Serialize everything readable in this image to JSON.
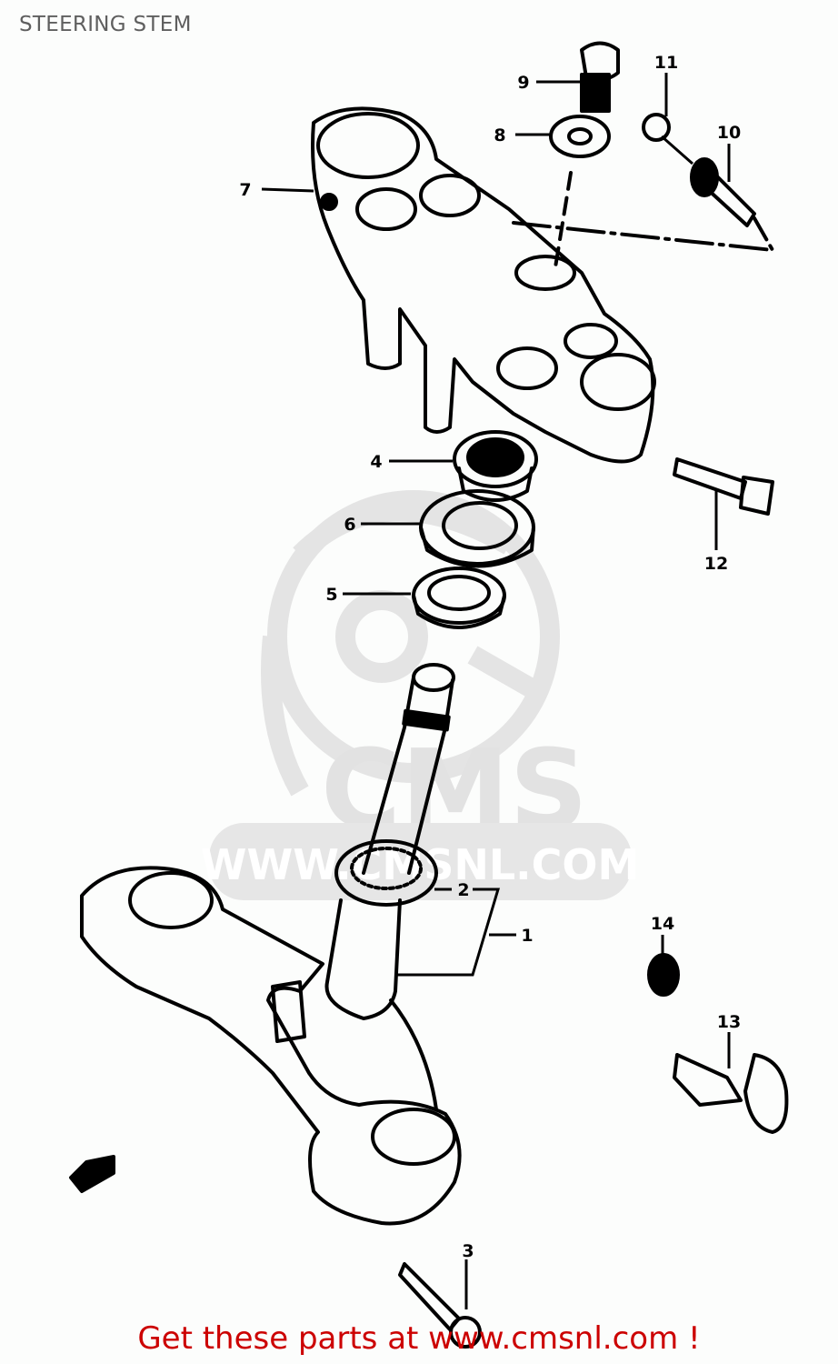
{
  "page": {
    "title": "STEERING STEM"
  },
  "diagram": {
    "watermark": {
      "logo_text": "CMS",
      "url_text": "WWW.CMSNL.COM"
    },
    "callouts": [
      {
        "number": "1",
        "part": "steering-stem-assembly"
      },
      {
        "number": "2",
        "part": "lower-bearing"
      },
      {
        "number": "3",
        "part": "lower-bracket-bolt"
      },
      {
        "number": "4",
        "part": "steering-stem-nut"
      },
      {
        "number": "5",
        "part": "upper-bearing"
      },
      {
        "number": "6",
        "part": "bearing-race-cover"
      },
      {
        "number": "7",
        "part": "upper-bracket"
      },
      {
        "number": "8",
        "part": "washer"
      },
      {
        "number": "9",
        "part": "steering-stem-head-bolt"
      },
      {
        "number": "10",
        "part": "clamp-bolt"
      },
      {
        "number": "11",
        "part": "nut"
      },
      {
        "number": "12",
        "part": "upper-bracket-bolt"
      },
      {
        "number": "13",
        "part": "steering-lock"
      },
      {
        "number": "14",
        "part": "lock-cap"
      }
    ]
  },
  "footer": {
    "cta_text": "Get these parts at www.cmsnl.com !"
  },
  "colors": {
    "background": "#fcfdfc",
    "title": "#5f5f5f",
    "cta": "#cc0000",
    "watermark": "#e2e2e2",
    "line_art": "#000000"
  }
}
